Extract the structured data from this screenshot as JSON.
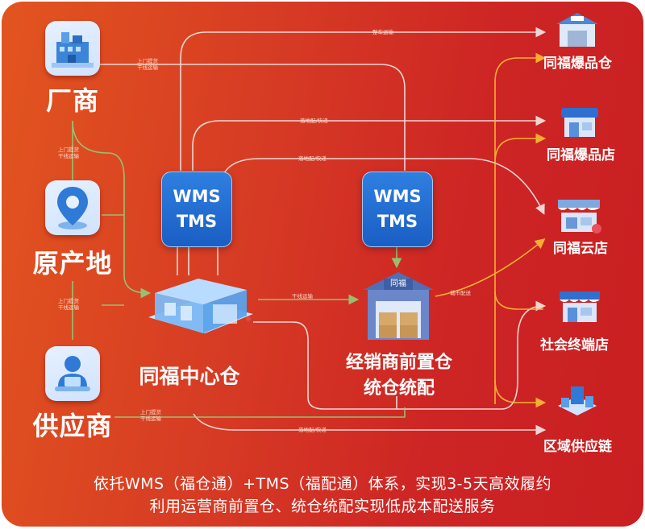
{
  "sources": {
    "manufacturer": "厂商",
    "origin": "原产地",
    "supplier": "供应商"
  },
  "systems": {
    "left": {
      "line1": "WMS",
      "line2": "TMS"
    },
    "right": {
      "line1": "WMS",
      "line2": "TMS"
    }
  },
  "hubs": {
    "central": "同福中心仓",
    "distributor_line1": "经销商前置仓",
    "distributor_line2": "统仓统配",
    "sign_glyphs": "同福"
  },
  "destinations": [
    {
      "label": "同福爆品仓",
      "icon": "warehouse-icon"
    },
    {
      "label": "同福爆品店",
      "icon": "store-icon"
    },
    {
      "label": "同福云店",
      "icon": "cloud-shop-icon"
    },
    {
      "label": "社会终端店",
      "icon": "shop-icon"
    },
    {
      "label": "区域供应链",
      "icon": "supply-chain-icon"
    }
  ],
  "route_labels": {
    "full_truck": "整车运输",
    "pickup_1a": "上门提货",
    "pickup_1b": "干线运输",
    "pickup_2a": "上门提货",
    "pickup_2b": "干线运输",
    "pickup_3a": "上门提货",
    "pickup_3b": "干线运输",
    "pickup_4a": "上门提货",
    "pickup_4b": "干线运输",
    "local_1": "落地配/快递",
    "local_2": "落地配/快递",
    "local_3": "落地配/快递",
    "trunk": "干线运输",
    "city": "城市配送"
  },
  "footer": {
    "line1": "依托WMS（福仓通）+TMS（福配通）体系，实现3-5天高效履约",
    "line2": "利用运营商前置仓、统仓统配实现低成本配送服务"
  },
  "colors": {
    "green_line": "#8fcf7a",
    "white_line": "#f3e9e6",
    "yellow_line": "#f7b733",
    "system_blue": "#1f68cf"
  }
}
